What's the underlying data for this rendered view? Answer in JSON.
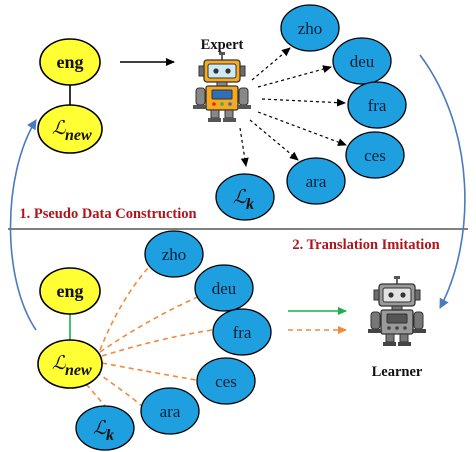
{
  "top": {
    "source_node": "eng",
    "new_lang_node": "new",
    "expert_label": "Expert",
    "languages": [
      "zho",
      "deu",
      "fra",
      "ces",
      "ara"
    ],
    "k_node": "k",
    "stage_label": "1. Pseudo Data Construction"
  },
  "bottom": {
    "source_node": "eng",
    "new_lang_node": "new",
    "learner_label": "Learner",
    "languages": [
      "zho",
      "deu",
      "fra",
      "ces",
      "ara"
    ],
    "k_node": "k",
    "stage_label": "2. Translation Imitation"
  },
  "colors": {
    "yellow_node": "#ffff33",
    "blue_node": "#1ea0e0",
    "arrow_blue": "#4a7ac0",
    "dashed_orange": "#f08a3c",
    "green_edge": "#1fae4b",
    "stage_text": "#b0151c"
  },
  "icons": {
    "expert": "robot-icon-orange",
    "learner": "robot-icon-gray"
  }
}
